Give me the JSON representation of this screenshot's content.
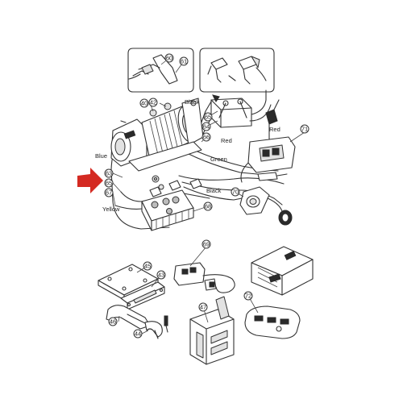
{
  "wire_labels": {
    "black_top": "Black",
    "red": "Red",
    "blue": "Blue",
    "green": "Green",
    "black_mid": "Black",
    "red_right": "Red",
    "yellow": "Yellow"
  },
  "callouts": {
    "c60": "60",
    "c61": "61",
    "c40": "40",
    "c42": "42",
    "c66": "66",
    "c64": "64",
    "c65": "65",
    "c71": "71",
    "c63": "63",
    "c65b": "65",
    "c67": "67",
    "c70": "70",
    "c68": "68",
    "c69": "69",
    "c45": "45",
    "c43": "43",
    "c72": "72",
    "c47": "47",
    "c46": "46",
    "c44": "44"
  },
  "colors": {
    "arrow": "#d42a22",
    "line": "#333333"
  }
}
